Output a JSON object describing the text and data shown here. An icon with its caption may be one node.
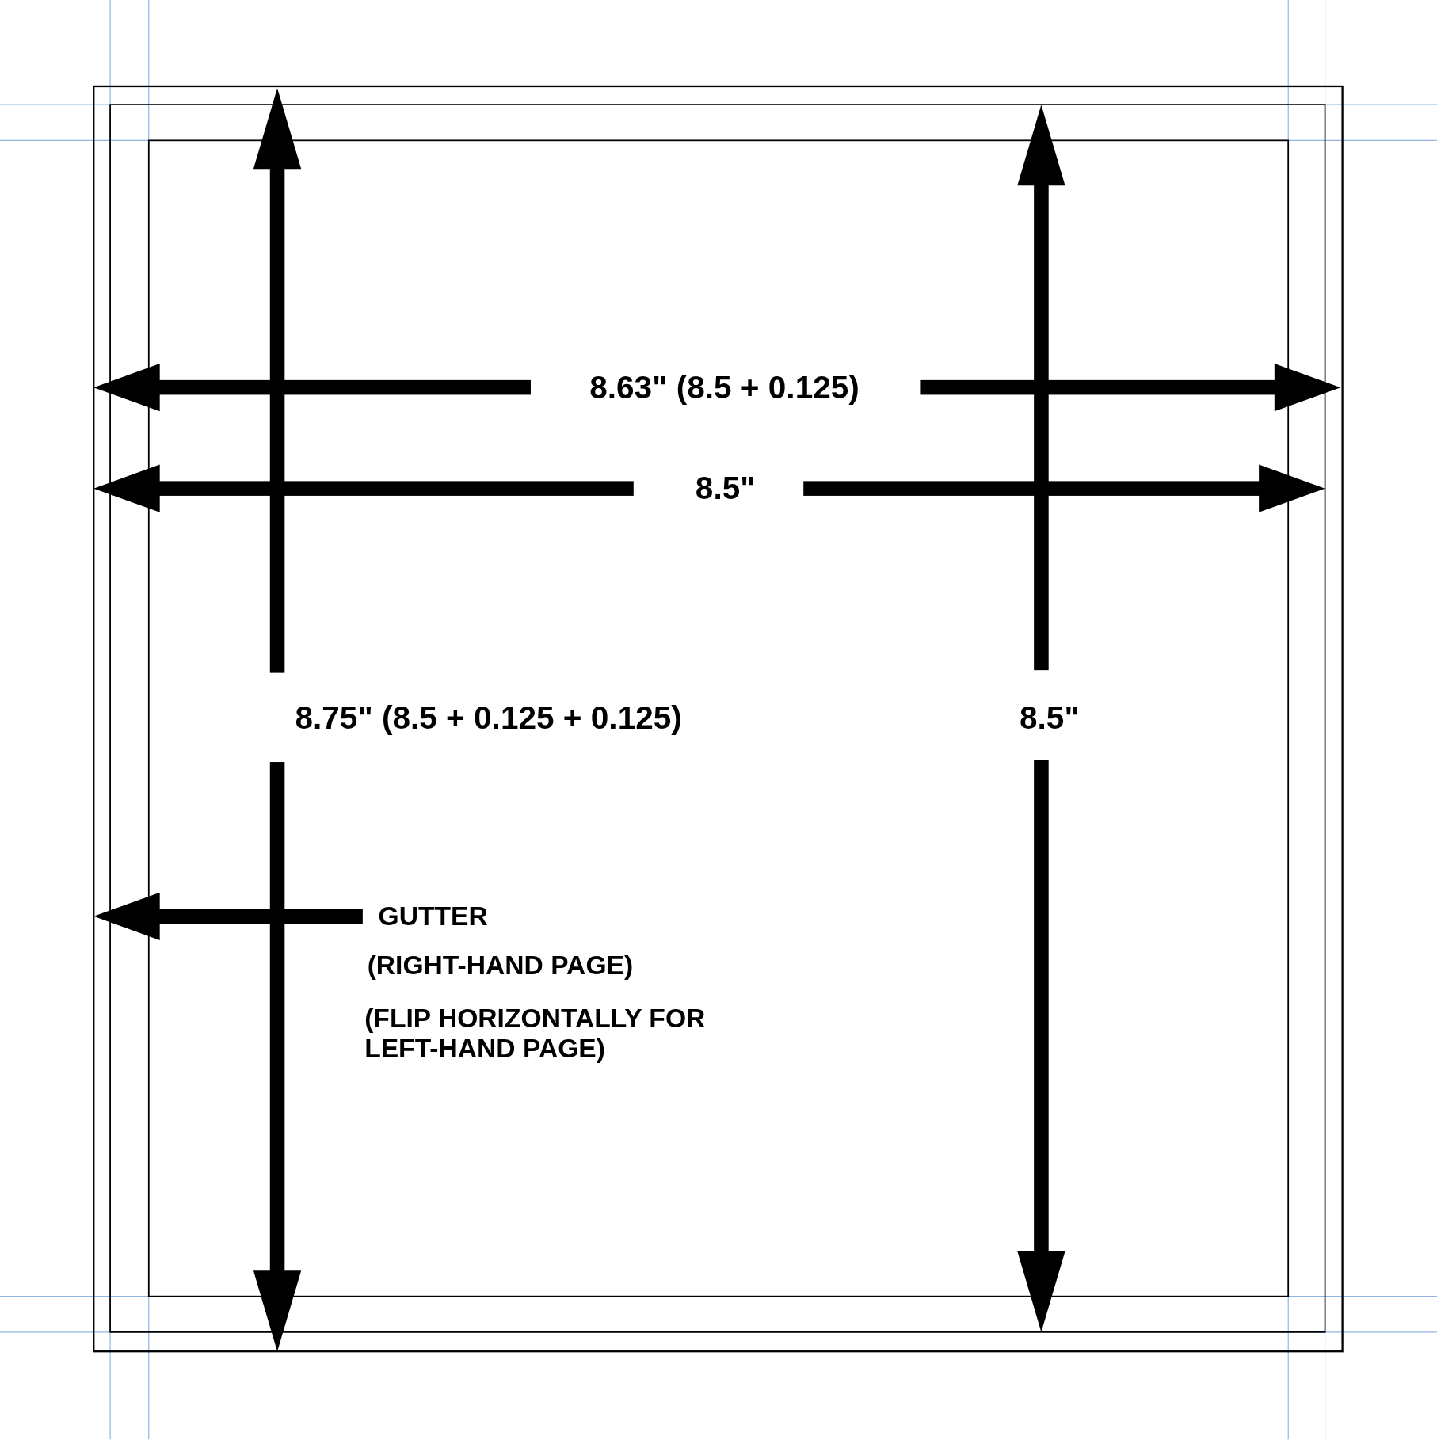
{
  "diagram": {
    "labels": [
      "8.63\" (8.5 + 0.125)",
      "8.5\"",
      "8.75\" (8.5 + 0.125 + 0.125)",
      "8.5\"",
      "GUTTER",
      "(RIGHT-HAND PAGE)",
      "(FLIP HORIZONTALLY FOR LEFT-HAND PAGE)"
    ]
  }
}
